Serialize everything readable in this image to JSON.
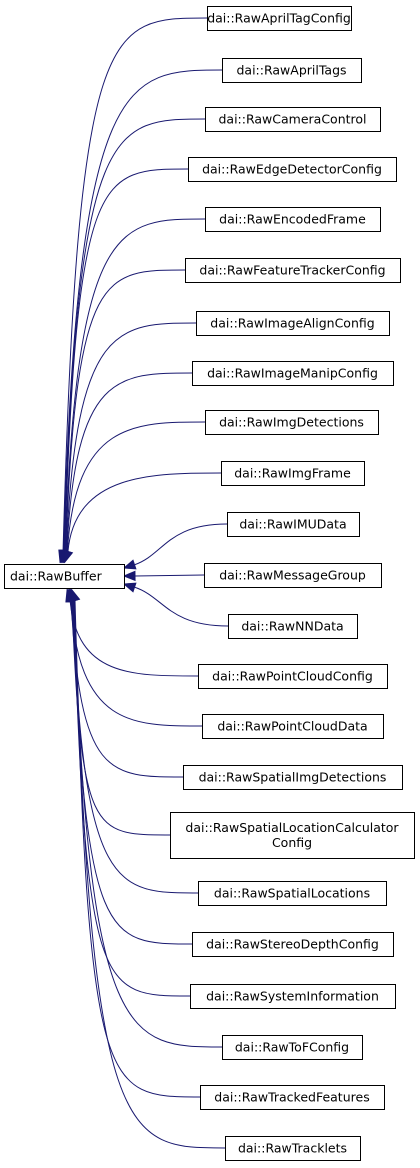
{
  "base": {
    "label": "dai::RawBuffer"
  },
  "derived": [
    {
      "lines": [
        "dai::RawAprilTagConfig"
      ]
    },
    {
      "lines": [
        "dai::RawAprilTags"
      ]
    },
    {
      "lines": [
        "dai::RawCameraControl"
      ]
    },
    {
      "lines": [
        "dai::RawEdgeDetectorConfig"
      ]
    },
    {
      "lines": [
        "dai::RawEncodedFrame"
      ]
    },
    {
      "lines": [
        "dai::RawFeatureTrackerConfig"
      ]
    },
    {
      "lines": [
        "dai::RawImageAlignConfig"
      ]
    },
    {
      "lines": [
        "dai::RawImageManipConfig"
      ]
    },
    {
      "lines": [
        "dai::RawImgDetections"
      ]
    },
    {
      "lines": [
        "dai::RawImgFrame"
      ]
    },
    {
      "lines": [
        "dai::RawIMUData"
      ]
    },
    {
      "lines": [
        "dai::RawMessageGroup"
      ]
    },
    {
      "lines": [
        "dai::RawNNData"
      ]
    },
    {
      "lines": [
        "dai::RawPointCloudConfig"
      ]
    },
    {
      "lines": [
        "dai::RawPointCloudData"
      ]
    },
    {
      "lines": [
        "dai::RawSpatialImgDetections"
      ]
    },
    {
      "lines": [
        "dai::RawSpatialLocationCalculator",
        "Config"
      ]
    },
    {
      "lines": [
        "dai::RawSpatialLocations"
      ]
    },
    {
      "lines": [
        "dai::RawStereoDepthConfig"
      ]
    },
    {
      "lines": [
        "dai::RawSystemInformation"
      ]
    },
    {
      "lines": [
        "dai::RawToFConfig"
      ]
    },
    {
      "lines": [
        "dai::RawTrackedFeatures"
      ]
    },
    {
      "lines": [
        "dai::RawTracklets"
      ]
    }
  ],
  "colors": {
    "edge": "#191970",
    "node_border": "#000000",
    "node_fill": "#ffffff",
    "text": "#000000",
    "background": "#ffffff"
  }
}
